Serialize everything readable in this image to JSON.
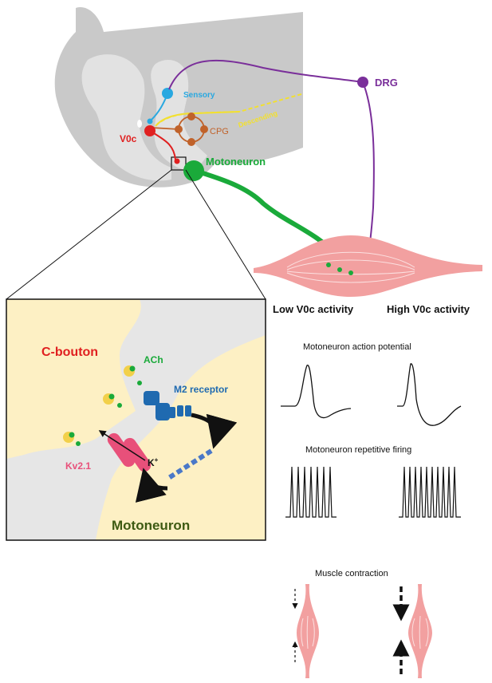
{
  "spinal_cord": {
    "sensory": "Sensory",
    "v0c": "V0c",
    "cpg": "CPG",
    "descending": "Descending",
    "motoneuron": "Motoneuron",
    "drg": "DRG"
  },
  "inset": {
    "c_bouton": "C-bouton",
    "ach": "ACh",
    "m2_receptor": "M2 receptor",
    "kv21": "Kv2.1",
    "k_ion": "K",
    "k_sup": "+",
    "motoneuron": "Motoneuron"
  },
  "activity": {
    "low": "Low V0c activity",
    "high": "High V0c activity",
    "action_potential": "Motoneuron action potential",
    "repetitive_firing": "Motoneuron repetitive firing",
    "muscle_contraction": "Muscle contraction"
  },
  "colors": {
    "sensory": "#29a8e0",
    "v0c": "#e02020",
    "cpg": "#c0622a",
    "motoneuron": "#1aaa3a",
    "drg": "#7a2f9a",
    "descending": "#f2e030",
    "c_bouton": "#e02020",
    "kv21": "#e8507a",
    "m2_receptor": "#1f6ab0",
    "motoneuron_dark": "#3d5a12",
    "cord_gray": "#c9c9c9",
    "inset_bg": "#e6e6e6",
    "bouton_fill": "#fdf0c4",
    "muscle": "#f2a0a0"
  }
}
